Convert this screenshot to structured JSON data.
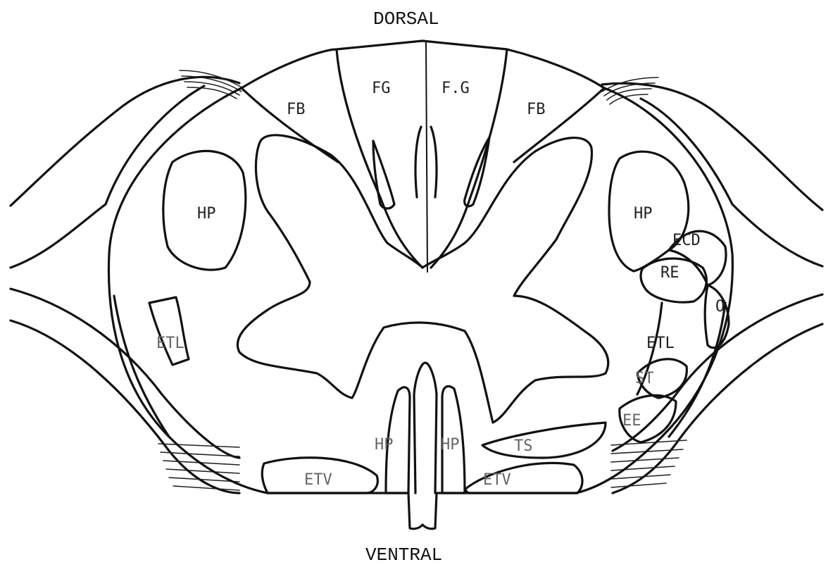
{
  "diagram": {
    "orientation": {
      "top": "DORSAL",
      "bottom": "VENTRAL"
    },
    "labels": {
      "fg_left": "FG",
      "fg_right": "F.G",
      "fb_left": "FB",
      "fb_right": "FB",
      "hp_left": "HP",
      "hp_right": "HP",
      "ecd": "ECD",
      "re": "RE",
      "o": "O",
      "etl_left": "ETL",
      "etl_right": "ETL",
      "st": "ST",
      "ee": "EE",
      "ts": "TS",
      "hp_ventral_left": "HP",
      "hp_ventral_right": "HP",
      "etv_left": "ETV",
      "etv_right": "ETV"
    }
  }
}
